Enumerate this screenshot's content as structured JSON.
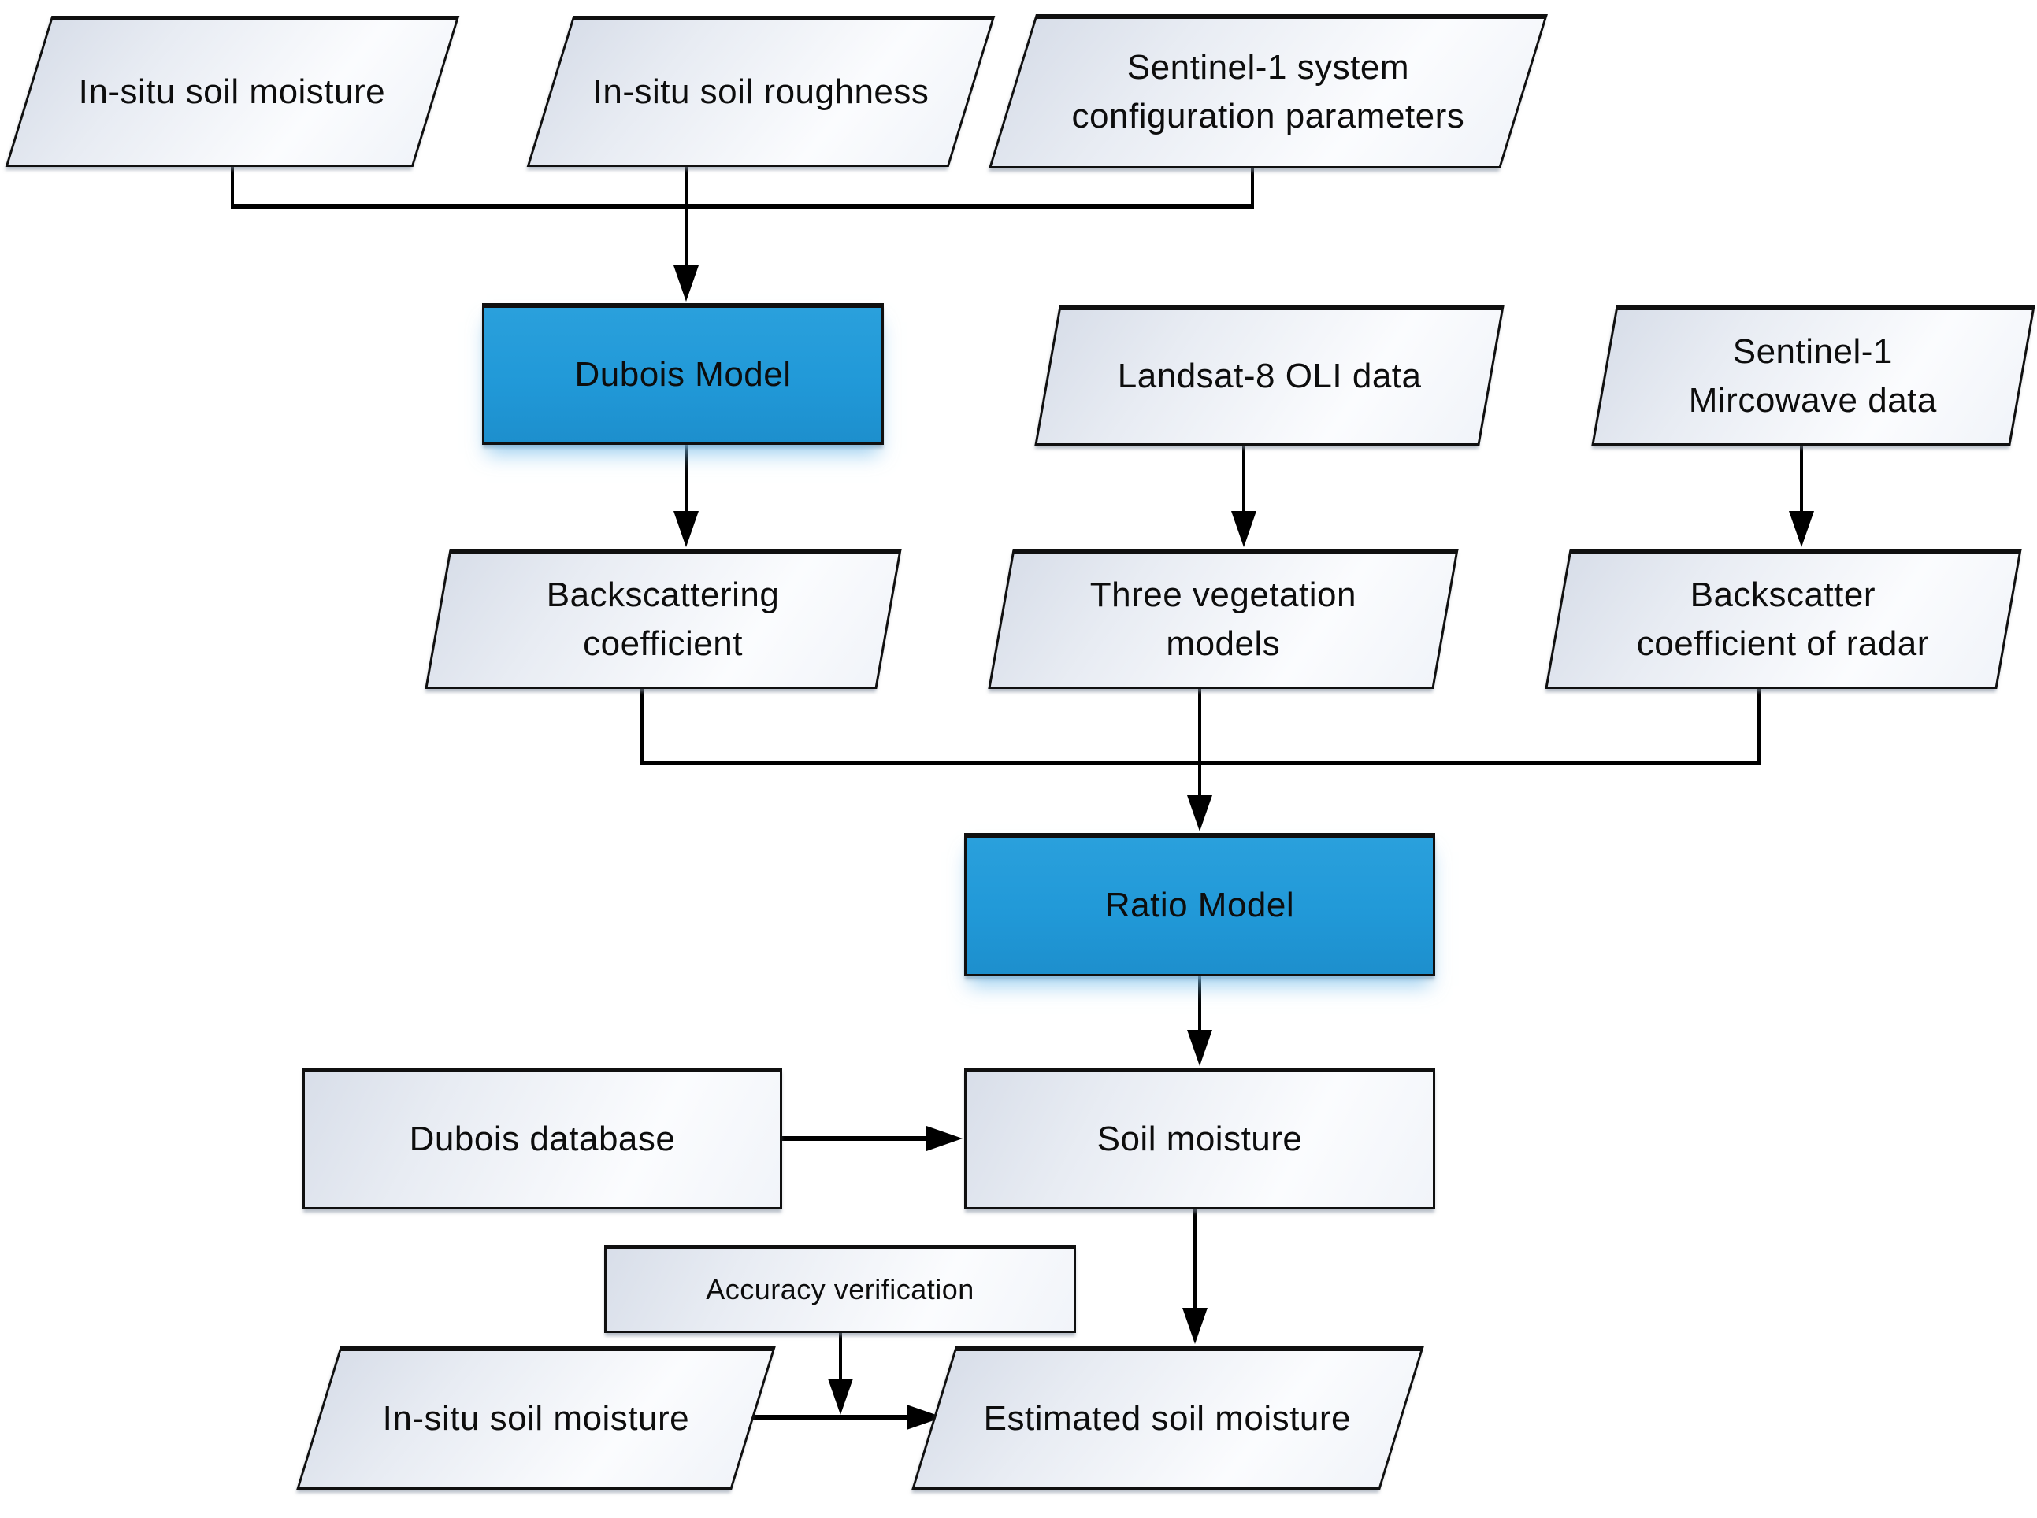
{
  "diagram": {
    "type": "flowchart",
    "background": "#ffffff",
    "colors": {
      "process_fill": "#2199d8",
      "io_fill_top": "#d8dee9",
      "io_fill_bottom": "#fbfcfe",
      "border": "#101010",
      "line": "#000000",
      "text": "#0d0d0d"
    },
    "nodes": {
      "insitu_soil_moisture_top": {
        "label": "In-situ soil moisture",
        "shape": "parallelogram"
      },
      "insitu_soil_roughness": {
        "label": "In-situ soil roughness",
        "shape": "parallelogram"
      },
      "sentinel1_config": {
        "label": "Sentinel-1  system\nconfiguration parameters",
        "shape": "parallelogram"
      },
      "dubois_model": {
        "label": "Dubois Model",
        "shape": "process"
      },
      "landsat8_oli": {
        "label": "Landsat-8 OLI data",
        "shape": "parallelogram"
      },
      "sentinel1_microwave": {
        "label": "Sentinel-1\nMircowave data",
        "shape": "parallelogram"
      },
      "backscattering_coefficient": {
        "label": "Backscattering\ncoefficient",
        "shape": "parallelogram"
      },
      "three_vegetation_models": {
        "label": "Three vegetation\nmodels",
        "shape": "parallelogram"
      },
      "backscatter_radar": {
        "label": "Backscatter\ncoefficient of radar",
        "shape": "parallelogram"
      },
      "ratio_model": {
        "label": "Ratio Model",
        "shape": "process"
      },
      "dubois_database": {
        "label": "Dubois database",
        "shape": "rectangle"
      },
      "soil_moisture": {
        "label": "Soil moisture",
        "shape": "rectangle"
      },
      "accuracy_verification": {
        "label": "Accuracy verification",
        "shape": "rectangle"
      },
      "insitu_soil_moisture_bottom": {
        "label": "In-situ soil moisture",
        "shape": "parallelogram"
      },
      "estimated_soil_moisture": {
        "label": "Estimated soil moisture",
        "shape": "parallelogram"
      }
    },
    "edges": [
      {
        "from": "insitu_soil_moisture_top",
        "to": "dubois_model"
      },
      {
        "from": "insitu_soil_roughness",
        "to": "dubois_model"
      },
      {
        "from": "sentinel1_config",
        "to": "dubois_model"
      },
      {
        "from": "dubois_model",
        "to": "backscattering_coefficient"
      },
      {
        "from": "landsat8_oli",
        "to": "three_vegetation_models"
      },
      {
        "from": "sentinel1_microwave",
        "to": "backscatter_radar"
      },
      {
        "from": "backscattering_coefficient",
        "to": "ratio_model"
      },
      {
        "from": "three_vegetation_models",
        "to": "ratio_model"
      },
      {
        "from": "backscatter_radar",
        "to": "ratio_model"
      },
      {
        "from": "ratio_model",
        "to": "soil_moisture"
      },
      {
        "from": "dubois_database",
        "to": "soil_moisture"
      },
      {
        "from": "soil_moisture",
        "to": "estimated_soil_moisture"
      },
      {
        "from": "accuracy_verification",
        "to": "estimated_soil_moisture"
      },
      {
        "from": "insitu_soil_moisture_bottom",
        "to": "estimated_soil_moisture"
      }
    ]
  }
}
